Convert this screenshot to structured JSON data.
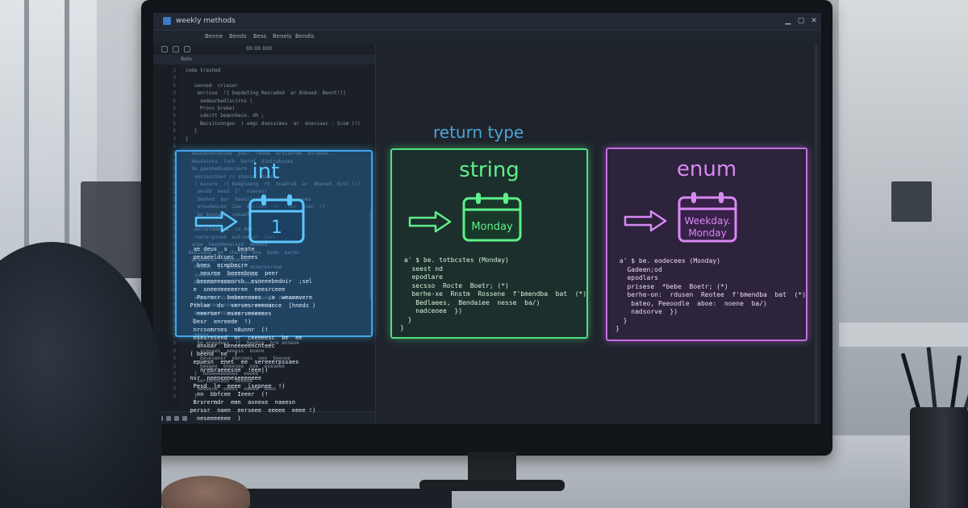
{
  "window": {
    "title": "weekly methods"
  },
  "menu": {
    "items": [
      "Benne",
      "Bends",
      "Bess",
      "Benels",
      "Bendis"
    ]
  },
  "toolbar": {
    "label": "BB BB BBB"
  },
  "panel": {
    "label": "Bete"
  },
  "editor": {
    "line_numbers": [
      "3",
      "3",
      "5",
      "3",
      "5",
      "5",
      "5",
      "5",
      "5",
      "3",
      "5",
      "1",
      "3",
      "3",
      "3",
      "3",
      "3",
      "3",
      "3",
      "3",
      "3",
      "3",
      "3",
      "3",
      "3",
      "3",
      "3",
      "3",
      "3",
      "3",
      "3",
      "3",
      "3",
      "3",
      "3",
      "3",
      "3",
      "3",
      "3",
      "3",
      "3",
      "3",
      "3",
      "3"
    ],
    "lines": [
      "code trashed",
      "",
      "   senned  crieser  ",
      "    enrisse  !{ bepdeting Rescaded  ar Bnbaed. Beont!)]",
      "     sedearbedlscirns )",
      "     Provs breke)",
      "     sdeitt beannbece. dh ;",
      "     Becsitunngen  ( emgc doessimes  ar  enecsaac . Scom )!)",
      "   }",
      "}",
      "",
      "  sesnacneresuse  pusr  reoed  ersiesred  exrenes.",
      "  beuseinss  loch  bernd  dimirwbuses",
      "  de gaeshediepucoerm",
      "   sesisnciner ri shavsd  naces",
      "   ) escure  !{ beepleeng  rh  bnadred  ar  Bhened. Scot !|)",
      "    aesdd  eead  2'  nseres)",
      "    beehnd  bar  beasilerd  oeanesbse  neea",
      "    ereudeeces  2ea  eduleed  nr  ruan  Dcan  !)",
      "    be bannaaa  cemadl",
      "   }",
      "   deisstedeeds  cu dea",
      "   ronterpsned  eatreeeer  2ees",
      "  anpe  beeddenerasd  eesesd",
      " Bediseng  en  rhered  ana  Dede  earnn",
      "  peaunnuer  ueabueseu",
      "   Pesbe!  Bs besees  anseresrnee",
      "   sneestlen  ceesrunasee",
      "   Besisse  eeeeer  eeere)",
      "",
      "   espeneensessreses  eeeeseed  eenseeee",
      "   seenecee  eeeeescee  eeeeee",
      "   eeeeedendsenecee  eeseee",
      "  }",
      "",
      "   PRESS",
      "    be eneedeuu  !{  Beedie  bre enneue",
      "     aceoses  eeesss  eoene",
      "     beuesener  eensees  eee  beeuee",
      "     beeeee  bneeuee  see  eseueee",
      "   }  beeeeeeeeeee  eeeee",
      "    sersenusaus  beeeue",
      "    beeeeue  eeees  eeeee  eeee",
      "   }"
    ]
  },
  "overlay": {
    "heading": "return type",
    "cards": [
      {
        "title": "int",
        "calendar_label": "1",
        "snippet": [
          "   ae deus  s   beate",
          "   pesaeeldcuec  beees",
          "    bnes  ecepbecre",
          "     nesree  beeeebnee  peer",
          "    beeeeeeeeenrsb  esneeebedoir  ;sel",
          "   e  sneeneeeeeree  neesrceee",
          "    Pesrecr  bebeeeeees  ;a  weaeevere",
          "  Pthlae  ds  sersesreeeoaece  [hneds )",
          "    neerser  eseerseeeeees",
          "   Desr  enreede  !)",
          "   nrcsomrnes  n8unnr  (!",
          "   nsesreiend  nr  ceeeeesc  be  ee",
          "    ansoar  beneeeeencnteec",
          "  ( beend  ne  ) ",
          "   epuesn  enet  ee  sereeerpssaes",
          "     nrebraeeesne  !eee|)",
          "  nsr  neeneeneseeeeeee",
          "   Pesd  le  eeee  [sepnee  !)",
          "    nn  bbfcee  Ieeer  (!",
          "   Brsrermdr  emn  asnexe  naeesn",
          "  perssr  naen  eerseee  eeeee  eeee !)",
          "    neseeeeeee  )",
          "  !"
        ]
      },
      {
        "title": "string",
        "calendar_label": "Monday",
        "snippet": [
          " a' $ be. totbcstes (Monday)",
          "   seest nd",
          "   epodlare",
          "   secsso  Rocte  Boetr; (*)",
          "   berhe-xe  Rnstm  Rossene  f'bmendba  bat  (*)",
          "    Bedlaees,  Bendaiee  nesse  ba/)",
          "    nadceoee  })",
          "  }",
          "}"
        ]
      },
      {
        "title": "enum",
        "calendar_label_line1": "Weekday.",
        "calendar_label_line2": "Monday",
        "snippet": [
          " a' $ be. eodecees (Monday)",
          "   Gadeen;od",
          "   epodlars",
          "   prisese  *bebe  Boetr; (*)",
          "   berhe-on:  rdusen  Reotee  f'bmendba  bat  (*)",
          "    bateo, Peeoodle  aboe:  noene  ba/)",
          "    nadsorve  })",
          "  }",
          "}"
        ]
      }
    ]
  },
  "colors": {
    "int": "#3ea7ea",
    "string": "#4fe07f",
    "enum": "#c86be8",
    "heading": "#4aa6d6"
  }
}
